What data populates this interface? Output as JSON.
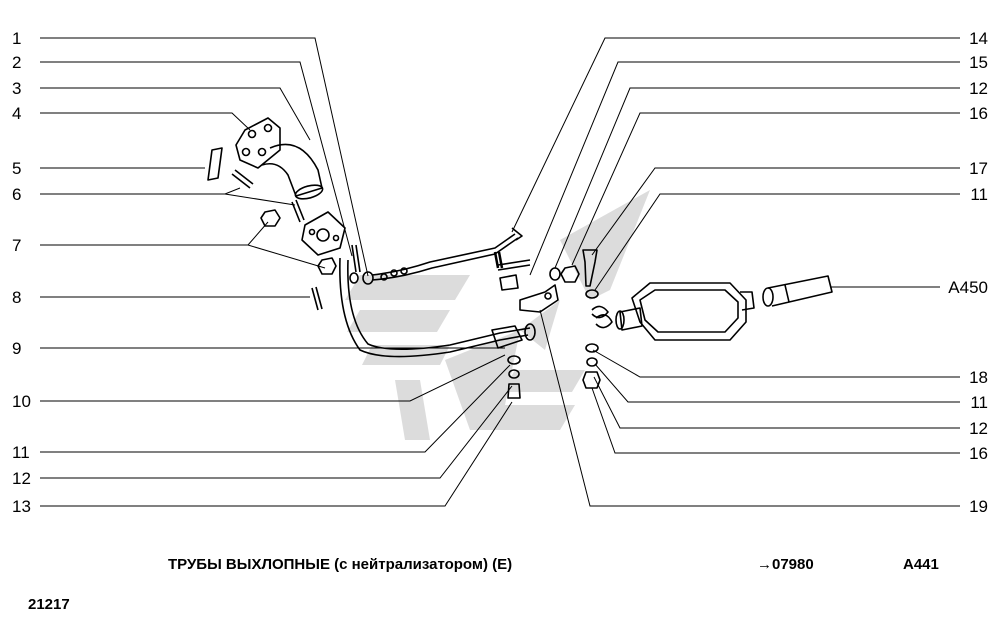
{
  "labels_left": [
    "1",
    "2",
    "3",
    "4",
    "5",
    "6",
    "7",
    "8",
    "9",
    "10",
    "11",
    "12",
    "13"
  ],
  "labels_right": [
    "14",
    "15",
    "12",
    "16",
    "17",
    "11",
    "A450",
    "18",
    "11",
    "12",
    "16",
    "19"
  ],
  "caption": {
    "title": "ТРУБЫ ВЫХЛОПНЫЕ (с нейтрализатором) (Е)",
    "reference": "→07980",
    "code": "A441",
    "model": "21217"
  },
  "colors": {
    "ink": "#000000",
    "watermark": "#dcdcdc",
    "background": "#ffffff"
  }
}
